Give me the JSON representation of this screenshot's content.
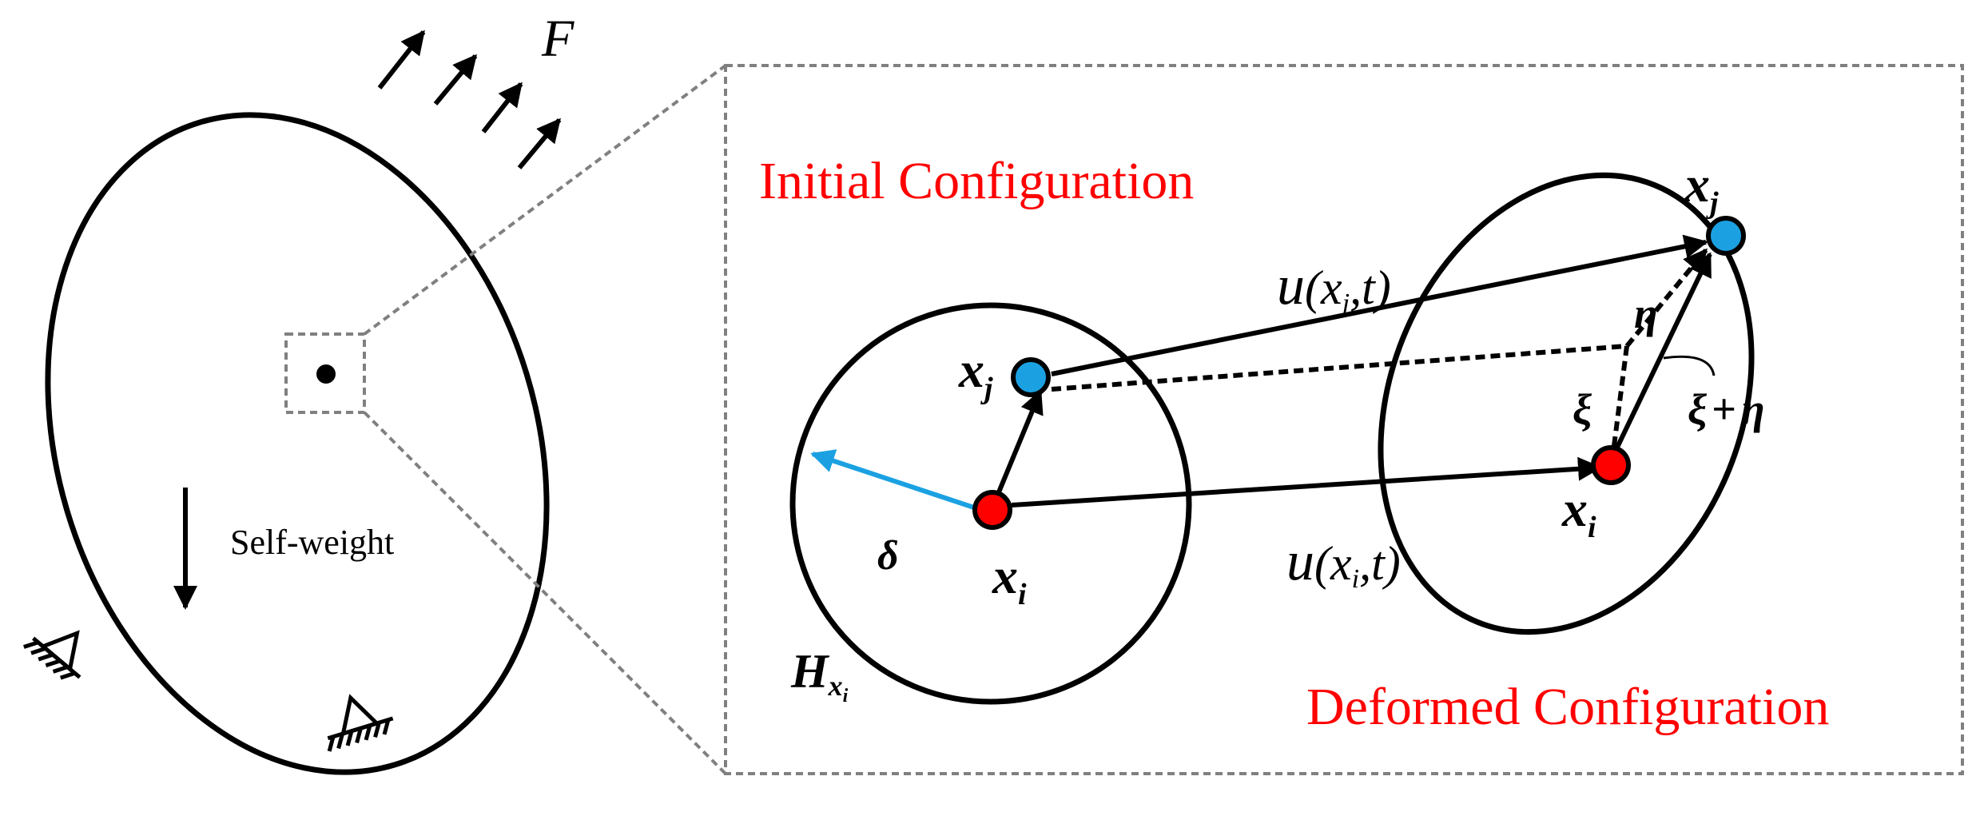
{
  "labels": {
    "force": "F",
    "self_weight": "Self-weight",
    "initial_config": "Initial Configuration",
    "deformed_config": "Deformed Configuration",
    "delta": "δ",
    "horizon": "H",
    "horizon_sub_x": "x",
    "horizon_sub_i": "i",
    "x_letter": "x",
    "sub_i": "i",
    "sub_j": "j",
    "disp_u": "u",
    "disp_open": "(",
    "disp_close": ",t)",
    "xi": "ξ",
    "eta": "η",
    "xi_plus_eta_a": "ξ",
    "xi_plus_eta_op": "+",
    "xi_plus_eta_b": "η"
  },
  "colors": {
    "line": "#000000",
    "dashed_frame": "#808080",
    "label_red": "#ff0000",
    "particle_i": "#ff0000",
    "particle_j": "#1ba1e2",
    "horizon_radius": "#1ba1e2"
  },
  "icons": {
    "support": "pin-support-icon",
    "particle": "particle-dot-icon"
  }
}
